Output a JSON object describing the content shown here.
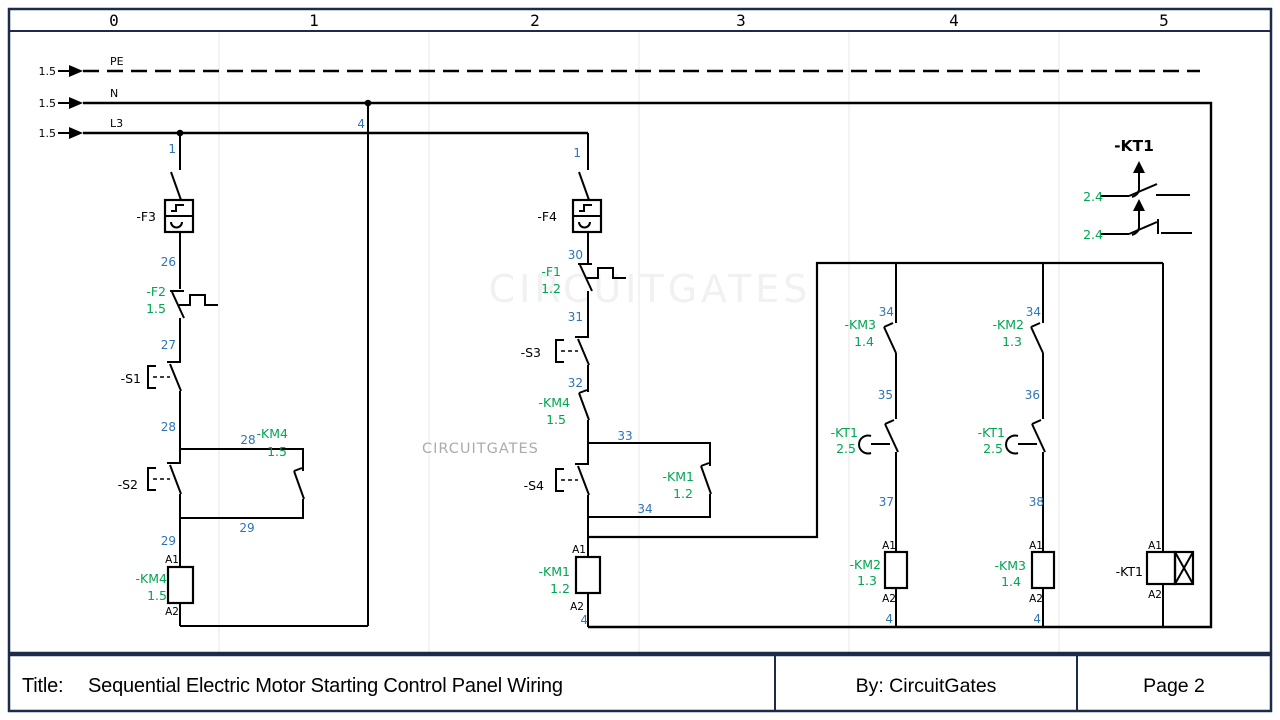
{
  "colors": {
    "wire_number_blue": "#2E75B6",
    "component_green": "#00A651",
    "line_black": "#000000",
    "border_navy": "#1C2B4A",
    "grid_gray": "#EBEBEB",
    "watermark_large": "#F1F1F1",
    "watermark_small": "#ACACAC"
  },
  "ruler": {
    "sections": [
      "0",
      "1",
      "2",
      "3",
      "4",
      "5"
    ]
  },
  "buses": {
    "size": "1.5",
    "pe": "PE",
    "n": "N",
    "l3": "L3"
  },
  "wires": {
    "n1": "1",
    "n4": "4",
    "n26": "26",
    "n27": "27",
    "n28": "28",
    "n29": "29",
    "n30": "30",
    "n31": "31",
    "n32": "32",
    "n33": "33",
    "n34": "34",
    "n35": "35",
    "n36": "36",
    "n37": "37",
    "n38": "38"
  },
  "refs": {
    "f1": "-F1",
    "f2": "-F2",
    "f3": "-F3",
    "f4": "-F4",
    "s1": "-S1",
    "s2": "-S2",
    "s3": "-S3",
    "s4": "-S4",
    "km1": "-KM1",
    "km2": "-KM2",
    "km3": "-KM3",
    "km4": "-KM4",
    "kt1": "-KT1"
  },
  "xrefs": {
    "r12": "1.2",
    "r13": "1.3",
    "r14": "1.4",
    "r15": "1.5",
    "r24": "2.4",
    "r25": "2.5"
  },
  "terminals": {
    "a1": "A1",
    "a2": "A2"
  },
  "watermarks": {
    "large": "CIRCUITGATES",
    "small": "CIRCUITGATES"
  },
  "title_block": {
    "title_label": "Title:",
    "title": "Sequential Electric Motor Starting Control Panel Wiring",
    "by": "By: CircuitGates",
    "page": "Page 2"
  }
}
